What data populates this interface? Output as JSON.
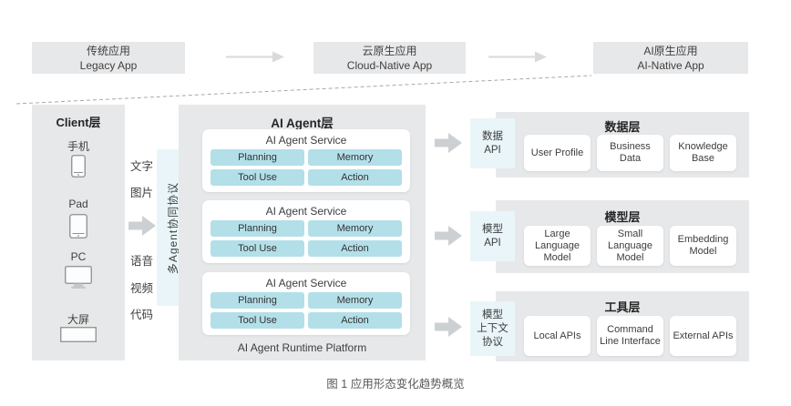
{
  "top_flow": {
    "stages": [
      {
        "zh": "传统应用",
        "en": "Legacy App"
      },
      {
        "zh": "云原生应用",
        "en": "Cloud-Native App"
      },
      {
        "zh": "AI原生应用",
        "en": "AI-Native App"
      }
    ]
  },
  "client_layer": {
    "title": "Client层",
    "devices": [
      {
        "label": "手机",
        "icon": "phone-icon"
      },
      {
        "label": "Pad",
        "icon": "tablet-icon"
      },
      {
        "label": "PC",
        "icon": "monitor-icon"
      },
      {
        "label": "大屏",
        "icon": "bigscreen-icon"
      }
    ]
  },
  "modalities": {
    "top": [
      "文字",
      "图片"
    ],
    "bottom": [
      "语音",
      "视频",
      "代码"
    ]
  },
  "protocol_bar": {
    "label": "多Agent协同协议"
  },
  "agent_layer": {
    "title": "AI Agent层",
    "services": [
      {
        "title": "AI Agent Service",
        "capabilities": [
          "Planning",
          "Memory",
          "Tool Use",
          "Action"
        ]
      },
      {
        "title": "AI Agent Service",
        "capabilities": [
          "Planning",
          "Memory",
          "Tool Use",
          "Action"
        ]
      },
      {
        "title": "AI Agent Service",
        "capabilities": [
          "Planning",
          "Memory",
          "Tool Use",
          "Action"
        ]
      }
    ],
    "platform": "AI Agent Runtime Platform"
  },
  "right_layers": [
    {
      "api": [
        "数据",
        "API"
      ],
      "title": "数据层",
      "items": [
        "User Profile",
        "Business Data",
        "Knowledge Base"
      ]
    },
    {
      "api": [
        "模型",
        "API"
      ],
      "title": "模型层",
      "items": [
        "Large Language Model",
        "Small Language Model",
        "Embedding Model"
      ]
    },
    {
      "api": [
        "模型",
        "上下文",
        "协议"
      ],
      "title": "工具层",
      "items": [
        "Local APIs",
        "Command Line Interface",
        "External APIs"
      ]
    }
  ],
  "caption": "图 1  应用形态变化趋势概览",
  "colors": {
    "panel_gray": "#e7e8ea",
    "pale_blue": "#e9f5f9",
    "capability_blue": "#b3dfe9",
    "arrow_gray": "#cdd0d3",
    "top_arrow_gray": "#dadada",
    "dash_line": "#a8a8a8"
  }
}
